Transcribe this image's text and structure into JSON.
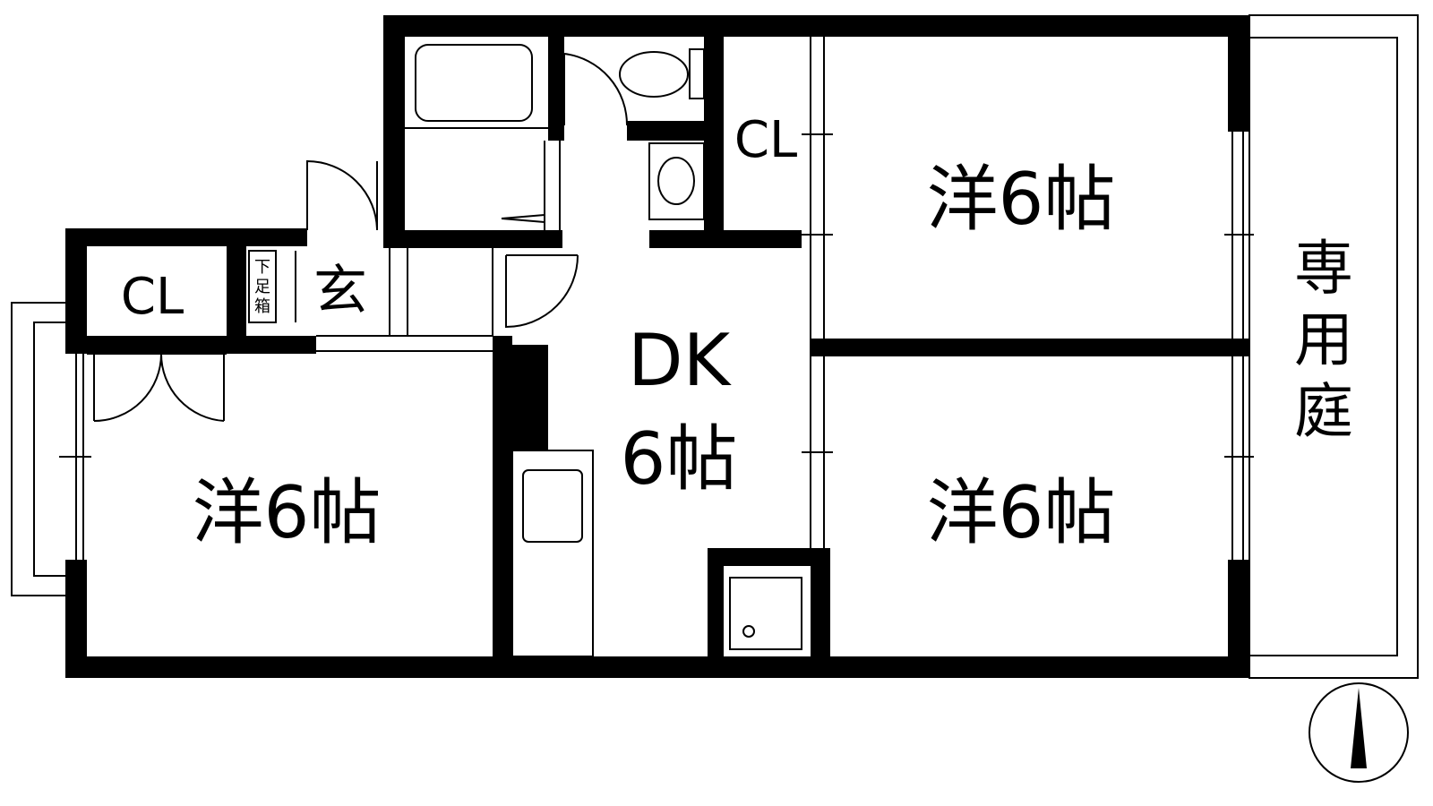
{
  "rooms": {
    "west_room": {
      "name": "洋6帖"
    },
    "north_east_room": {
      "name": "洋6帖"
    },
    "south_east_room": {
      "name": "洋6帖"
    },
    "dk": {
      "line1": "DK",
      "line2": "6帖"
    }
  },
  "closets": {
    "west": "CL",
    "north": "CL"
  },
  "entrance": {
    "label": "玄",
    "shoe_box": [
      "下",
      "足",
      "箱"
    ]
  },
  "garden": {
    "chars": [
      "専",
      "用",
      "庭"
    ]
  },
  "colors": {
    "wall": "#000000",
    "background": "#ffffff",
    "line": "#000000"
  }
}
